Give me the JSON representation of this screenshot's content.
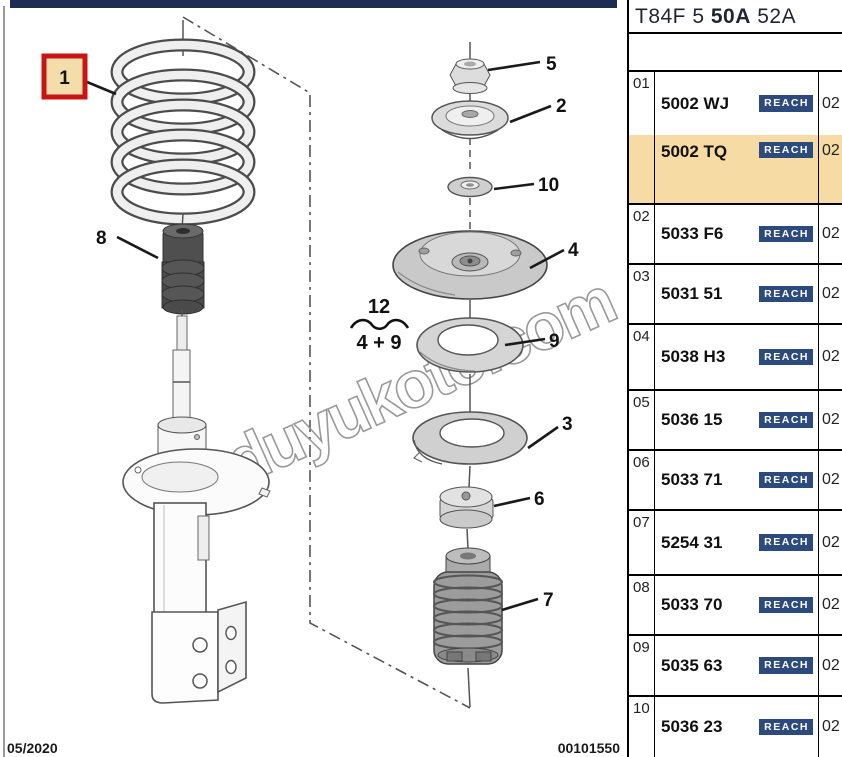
{
  "title_block": {
    "part1": "T84F 5",
    "part2": "50A",
    "part3": "52A"
  },
  "parts_table": {
    "rows": [
      {
        "index": "01",
        "entries": [
          {
            "part_number": "5002 WJ",
            "badge": "REACH",
            "qty": "02",
            "highlighted": false
          },
          {
            "part_number": "5002 TQ",
            "badge": "REACH",
            "qty": "02",
            "highlighted": true
          }
        ]
      },
      {
        "index": "02",
        "entries": [
          {
            "part_number": "5033 F6",
            "badge": "REACH",
            "qty": "02",
            "highlighted": false
          }
        ]
      },
      {
        "index": "03",
        "entries": [
          {
            "part_number": "5031 51",
            "badge": "REACH",
            "qty": "02",
            "highlighted": false
          }
        ]
      },
      {
        "index": "04",
        "entries": [
          {
            "part_number": "5038 H3",
            "badge": "REACH",
            "qty": "02",
            "highlighted": false
          }
        ]
      },
      {
        "index": "05",
        "entries": [
          {
            "part_number": "5036 15",
            "badge": "REACH",
            "qty": "02",
            "highlighted": false
          }
        ]
      },
      {
        "index": "06",
        "entries": [
          {
            "part_number": "5033 71",
            "badge": "REACH",
            "qty": "02",
            "highlighted": false
          }
        ]
      },
      {
        "index": "07",
        "entries": [
          {
            "part_number": "5254 31",
            "badge": "REACH",
            "qty": "02",
            "highlighted": false
          }
        ]
      },
      {
        "index": "08",
        "entries": [
          {
            "part_number": "5033 70",
            "badge": "REACH",
            "qty": "02",
            "highlighted": false
          }
        ]
      },
      {
        "index": "09",
        "entries": [
          {
            "part_number": "5035 63",
            "badge": "REACH",
            "qty": "02",
            "highlighted": false
          }
        ]
      },
      {
        "index": "10",
        "entries": [
          {
            "part_number": "5036 23",
            "badge": "REACH",
            "qty": "02",
            "highlighted": false
          }
        ]
      }
    ]
  },
  "diagram": {
    "callouts": {
      "spring": "1",
      "bump_stop": "8",
      "top_nut": "5",
      "upper_cup": "2",
      "washer": "10",
      "upper_mount": "4",
      "bearing": "9",
      "spring_seat": "3",
      "bump_cup": "6",
      "boot": "7"
    },
    "assembly_note": {
      "total": "12",
      "composition": "4 + 9"
    },
    "watermark": "duyukoto.com",
    "date_code": "05/2020",
    "document_number": "00101550"
  },
  "colors": {
    "highlight_row": "#f6dba4",
    "badge_bg": "#2c4a7c",
    "accent_red": "#c91414",
    "top_bar": "#1d2c54"
  }
}
